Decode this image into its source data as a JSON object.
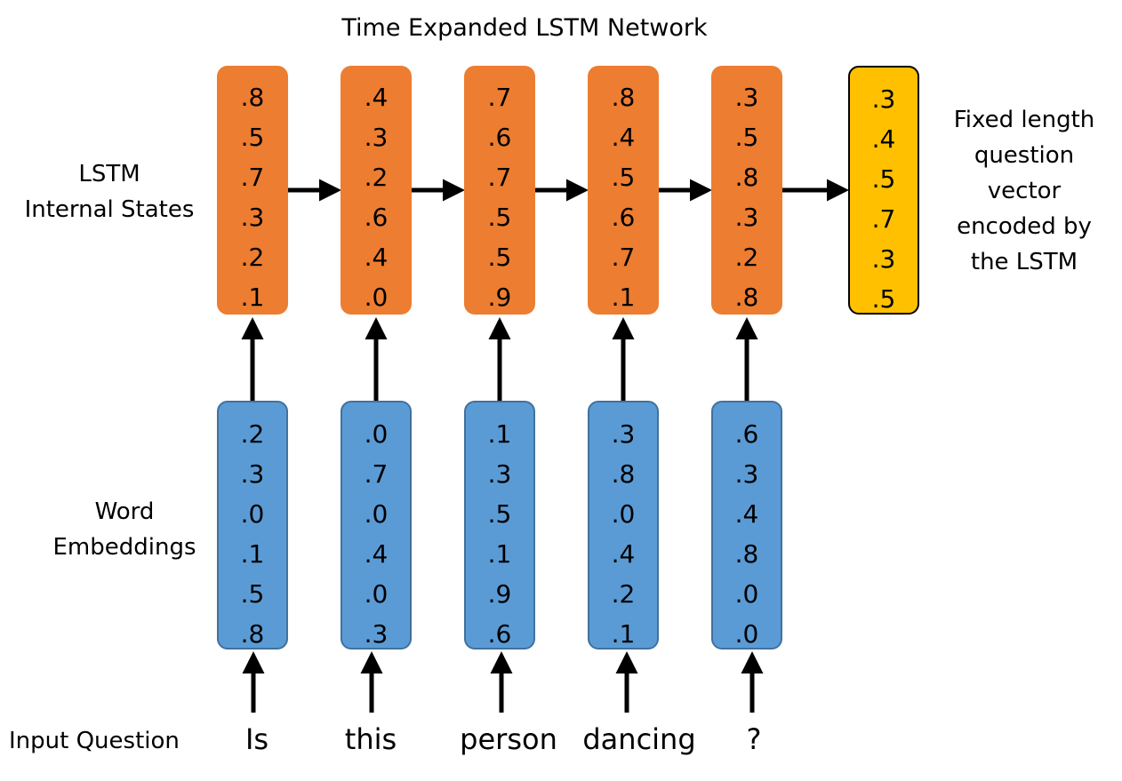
{
  "title": "Time Expanded LSTM Network",
  "labels": {
    "lstm_line1": "LSTM",
    "lstm_line2": "Internal States",
    "embed_line1": "Word",
    "embed_line2": "Embeddings",
    "input": "Input Question",
    "output_lines": [
      "Fixed length",
      "question",
      "vector",
      "encoded by",
      "the LSTM"
    ]
  },
  "colors": {
    "lstm_state": "#ed7d31",
    "embedding": "#5b9bd5",
    "output_vector": "#ffc000"
  },
  "words": [
    "Is",
    "this",
    "person",
    "dancing",
    "?"
  ],
  "lstm_states": [
    [
      ".8",
      ".5",
      ".7",
      ".3",
      ".2",
      ".1"
    ],
    [
      ".4",
      ".3",
      ".2",
      ".6",
      ".4",
      ".0"
    ],
    [
      ".7",
      ".6",
      ".7",
      ".5",
      ".5",
      ".9"
    ],
    [
      ".8",
      ".4",
      ".5",
      ".6",
      ".7",
      ".1"
    ],
    [
      ".3",
      ".5",
      ".8",
      ".3",
      ".2",
      ".8"
    ]
  ],
  "embeddings": [
    [
      ".2",
      ".3",
      ".0",
      ".1",
      ".5",
      ".8"
    ],
    [
      ".0",
      ".7",
      ".0",
      ".4",
      ".0",
      ".3"
    ],
    [
      ".1",
      ".3",
      ".5",
      ".1",
      ".9",
      ".6"
    ],
    [
      ".3",
      ".8",
      ".0",
      ".4",
      ".2",
      ".1"
    ],
    [
      ".6",
      ".3",
      ".4",
      ".8",
      ".0",
      ".0"
    ]
  ],
  "output_vector": [
    ".3",
    ".4",
    ".5",
    ".7",
    ".3",
    ".5"
  ]
}
